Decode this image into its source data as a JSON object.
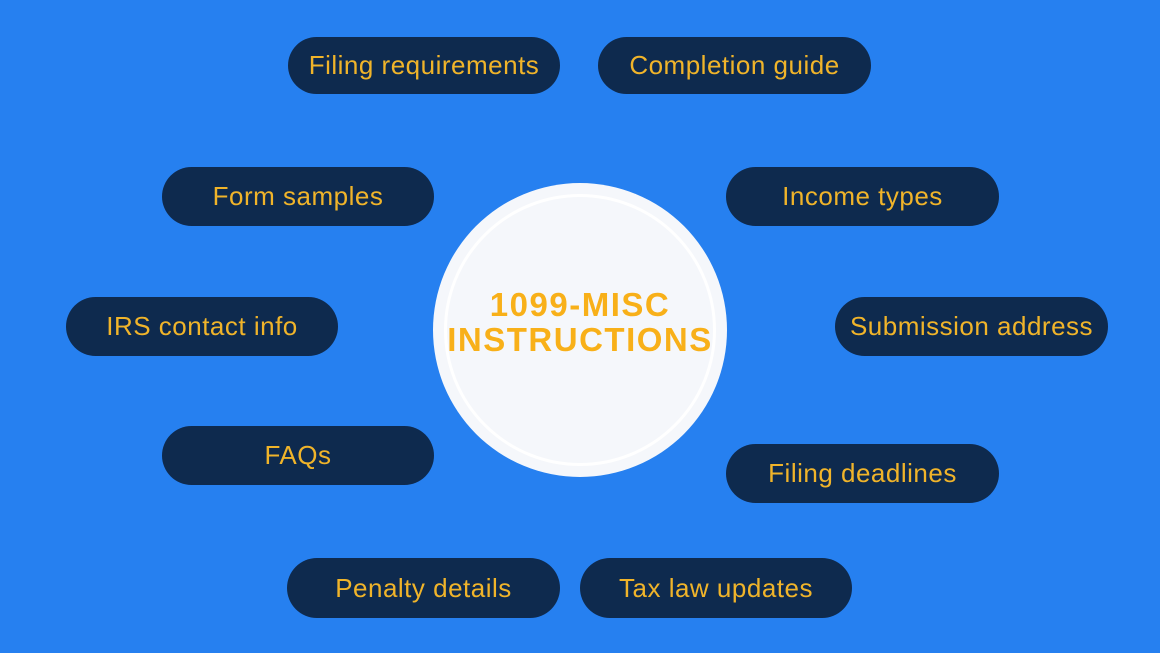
{
  "canvas": {
    "type": "mind-map-infographic",
    "colors": {
      "background": "#2680f0",
      "pill_fill": "#0e2a4e",
      "pill_text": "#f0b42a",
      "center_circle_fill": "#f5f7fb",
      "center_ring": "#ffffff",
      "center_text": "#f8b019"
    },
    "center": {
      "line1": "1099-MISC",
      "line2": "INSTRUCTIONS"
    },
    "topics": [
      {
        "id": "filing-requirements",
        "label": "Filing requirements"
      },
      {
        "id": "completion-guide",
        "label": "Completion guide"
      },
      {
        "id": "form-samples",
        "label": "Form samples"
      },
      {
        "id": "income-types",
        "label": "Income types"
      },
      {
        "id": "irs-contact-info",
        "label": "IRS contact info"
      },
      {
        "id": "submission-address",
        "label": "Submission address"
      },
      {
        "id": "faqs",
        "label": "FAQs"
      },
      {
        "id": "filing-deadlines",
        "label": "Filing deadlines"
      },
      {
        "id": "penalty-details",
        "label": "Penalty details"
      },
      {
        "id": "tax-law-updates",
        "label": "Tax law updates"
      }
    ]
  }
}
